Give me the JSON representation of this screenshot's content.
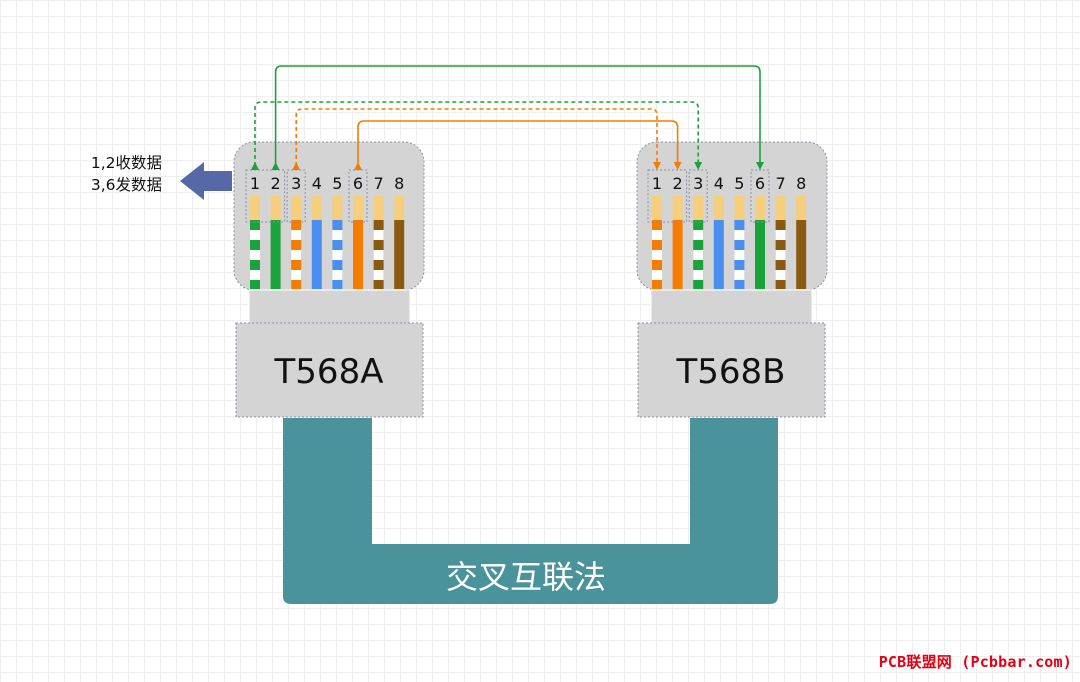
{
  "notes": {
    "line1": "1,2收数据",
    "line2": "3,6发数据"
  },
  "left_connector": {
    "label": "T568A",
    "pins": [
      "1",
      "2",
      "3",
      "4",
      "5",
      "6",
      "7",
      "8"
    ],
    "wires": [
      "white-green",
      "green",
      "white-orange",
      "blue",
      "white-blue",
      "orange",
      "white-brown",
      "brown"
    ]
  },
  "right_connector": {
    "label": "T568B",
    "pins": [
      "1",
      "2",
      "3",
      "4",
      "5",
      "6",
      "7",
      "8"
    ],
    "wires": [
      "white-orange",
      "orange",
      "white-green",
      "blue",
      "white-blue",
      "green",
      "white-brown",
      "brown"
    ]
  },
  "cable_label": "交叉互联法",
  "watermark": "PCB联盟网 (Pcbbar.com)",
  "colors": {
    "green": "#1aa33a",
    "orange": "#f57c00",
    "blue": "#4a8ff0",
    "brown": "#8a5a12",
    "cable": "#4a939a",
    "connector": "#d4d4d4",
    "arrow": "#5668a8",
    "pin_tip": "#f5cf7e"
  },
  "crossings": [
    {
      "from_pin": 1,
      "to_pin": 3,
      "color": "green",
      "style": "dashed"
    },
    {
      "from_pin": 2,
      "to_pin": 6,
      "color": "green",
      "style": "solid"
    },
    {
      "from_pin": 3,
      "to_pin": 1,
      "color": "orange",
      "style": "dashed"
    },
    {
      "from_pin": 6,
      "to_pin": 2,
      "color": "orange",
      "style": "solid"
    }
  ]
}
